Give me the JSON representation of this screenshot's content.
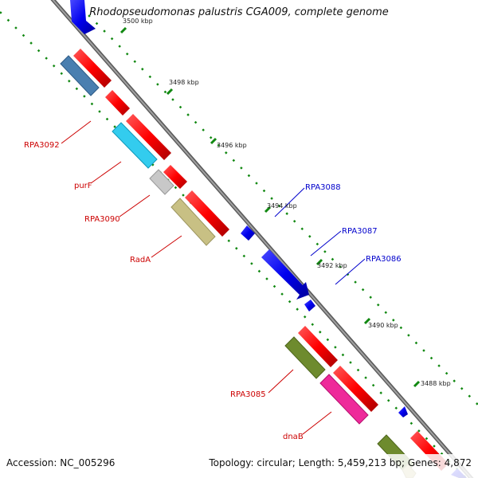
{
  "title": "Rhodopseudomonas palustris CGA009, complete genome",
  "footer": {
    "accession": "Accession: NC_005296",
    "summary": "Topology: circular; Length: 5,459,213 bp; Genes: 4,872"
  },
  "scale_labels": {
    "k3500": "3500 kbp",
    "k3498": "3498 kbp",
    "k3496": "3496 kbp",
    "k3494": "3494 kbp",
    "k3492": "3492 kbp",
    "k3490": "3490 kbp",
    "k3488": "3488 kbp"
  },
  "gene_labels": {
    "rpa3092": "RPA3092",
    "purF": "purF",
    "rpa3090": "RPA3090",
    "radA": "RadA",
    "rpa3088": "RPA3088",
    "rpa3087": "RPA3087",
    "rpa3086": "RPA3086",
    "rpa3085": "RPA3085",
    "dnaB": "dnaB"
  },
  "colors": {
    "reverse_strand_label": "#cc0000",
    "forward_strand_label": "#0000cc",
    "cds_red": "#ff0000",
    "cds_blue": "#0000ee",
    "backbone": "#888888",
    "ruler": "#118811"
  }
}
